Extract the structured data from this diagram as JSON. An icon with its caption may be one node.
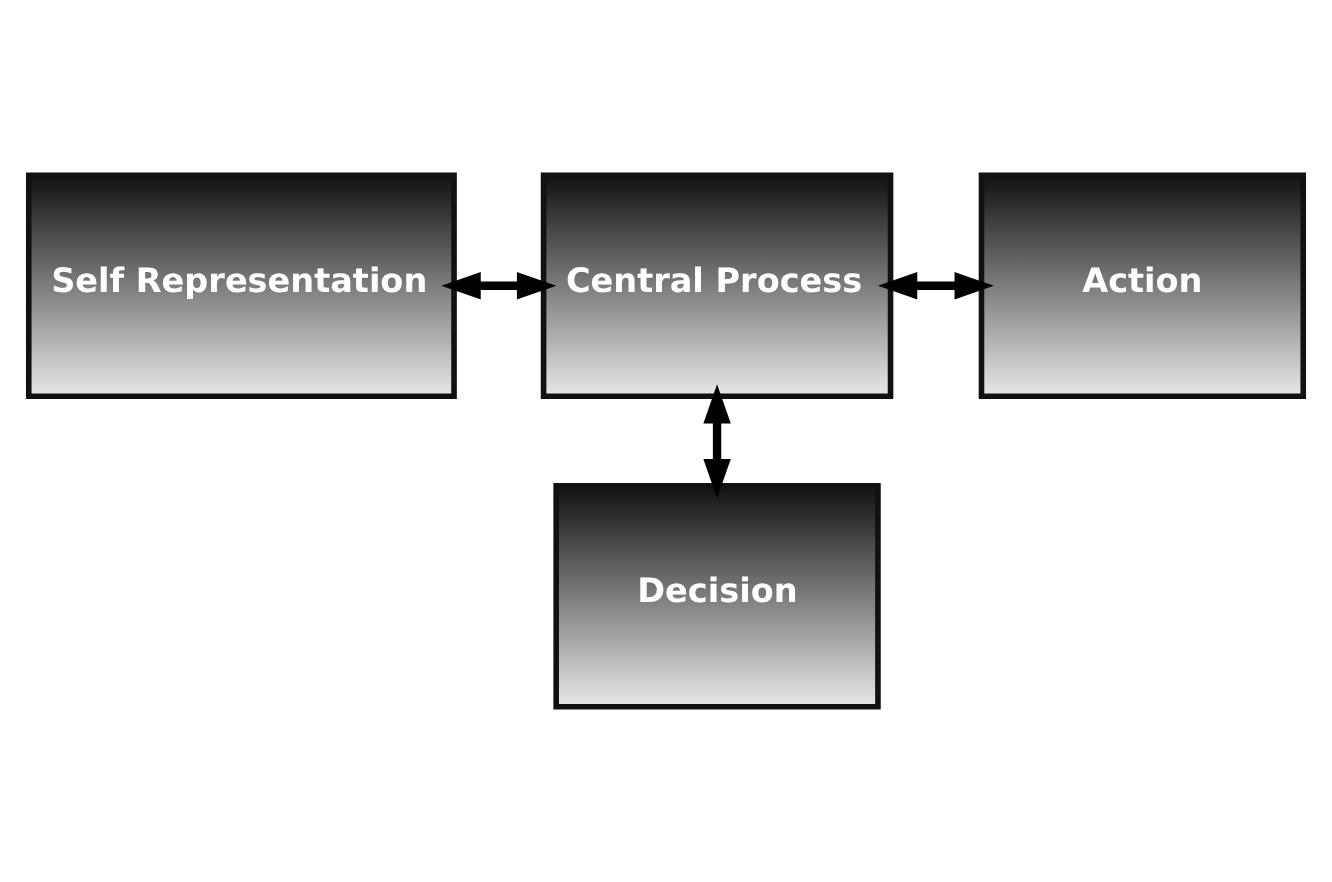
{
  "diagram": {
    "nodes": [
      {
        "text": [
          "Self Representation"
        ]
      },
      {
        "text": [
          "Central Process"
        ]
      },
      {
        "text": [
          "Action"
        ]
      },
      {
        "text": [
          "Decision"
        ]
      }
    ],
    "edges": [
      {
        "from": 0,
        "to": 1,
        "arrow": "both"
      },
      {
        "from": 1,
        "to": 2,
        "arrow": "both"
      },
      {
        "from": 1,
        "to": 3,
        "arrow": "both"
      }
    ]
  }
}
